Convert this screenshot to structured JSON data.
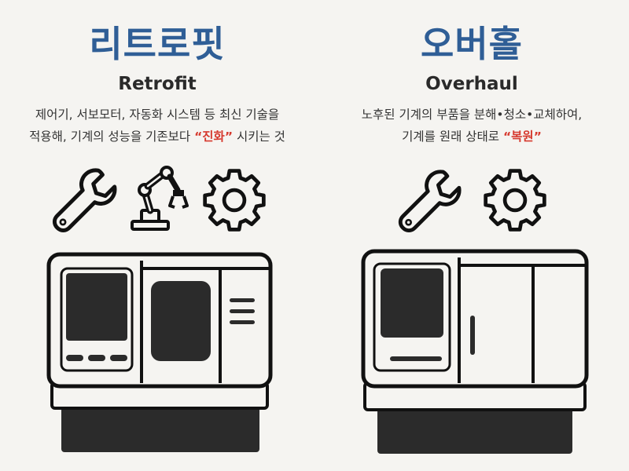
{
  "retrofit": {
    "title_ko": "리트로핏",
    "title_en": "Retrofit",
    "desc_line1": "제어기, 서보모터, 자동화 시스템 등 최신 기술을",
    "desc_line2_pre": "적용해, 기계의 성능을 기존보다 ",
    "desc_highlight": "“진화”",
    "desc_line2_post": " 시키는 것",
    "icons": [
      "wrench-icon",
      "robot-arm-icon",
      "gear-icon"
    ]
  },
  "overhaul": {
    "title_ko": "오버홀",
    "title_en": "Overhaul",
    "desc_line1": "노후된 기계의 부품을 분해•청소•교체하여,",
    "desc_line2_pre": "기계를 원래 상태로 ",
    "desc_highlight": "“복원”",
    "icons": [
      "wrench-icon",
      "gear-icon"
    ]
  },
  "colors": {
    "title": "#2f5e96",
    "highlight": "#d63a2f",
    "background": "#f5f4f1",
    "machine_dark": "#2b2b2b"
  }
}
